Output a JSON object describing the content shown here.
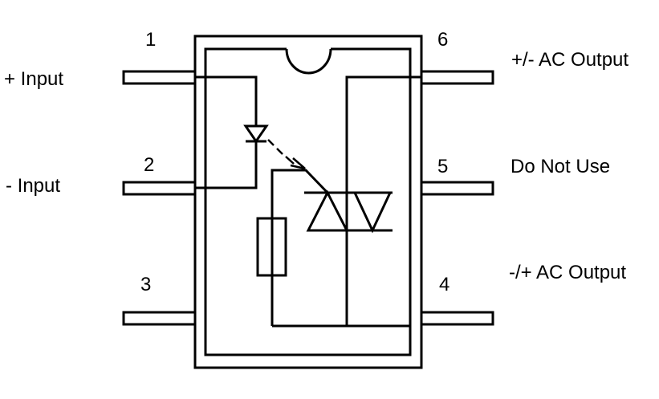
{
  "diagram": {
    "colors": {
      "line": "#000000",
      "background": "#ffffff"
    },
    "pins": [
      {
        "number": "1",
        "label": "+ Input"
      },
      {
        "number": "2",
        "label": "- Input"
      },
      {
        "number": "3",
        "label": ""
      },
      {
        "number": "4",
        "label": "-/+ AC Output"
      },
      {
        "number": "5",
        "label": "Do Not Use"
      },
      {
        "number": "6",
        "label": "+/- AC Output"
      }
    ],
    "components": [
      "led-icon",
      "resistor-icon",
      "triac-icon"
    ]
  }
}
